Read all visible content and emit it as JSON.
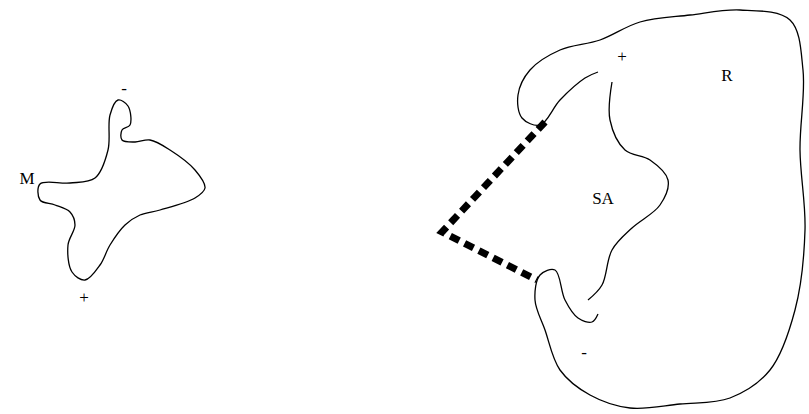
{
  "diagram": {
    "nodes": [
      {
        "text": [
          "M",
          "-",
          "+"
        ]
      },
      {
        "text": [
          "R",
          "SA",
          "+",
          "-"
        ]
      }
    ]
  }
}
